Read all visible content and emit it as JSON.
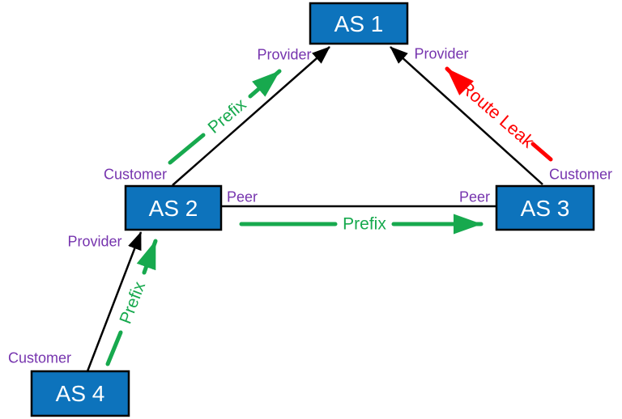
{
  "diagram": {
    "nodes": [
      {
        "id": "as1",
        "label": "AS 1"
      },
      {
        "id": "as2",
        "label": "AS 2"
      },
      {
        "id": "as3",
        "label": "AS 3"
      },
      {
        "id": "as4",
        "label": "AS 4"
      }
    ],
    "relationship_labels": {
      "provider_as1_left": "Provider",
      "provider_as1_right": "Provider",
      "customer_as2": "Customer",
      "customer_as3": "Customer",
      "provider_as2": "Provider",
      "customer_as4": "Customer",
      "peer_as2": "Peer",
      "peer_as3": "Peer"
    },
    "announcements": {
      "prefix_as2_to_as1": "Prefix",
      "prefix_as4_to_as2": "Prefix",
      "prefix_as2_to_as3": "Prefix",
      "route_leak_as3_to_as1": "Route Leak"
    },
    "colors": {
      "node_fill": "#0d73bc",
      "node_border": "#000000",
      "node_text": "#ffffff",
      "relationship_label": "#7634ae",
      "link_line": "#000000",
      "prefix_announcement": "#17a94e",
      "route_leak": "#ff0000",
      "background": "#ffffff"
    }
  }
}
